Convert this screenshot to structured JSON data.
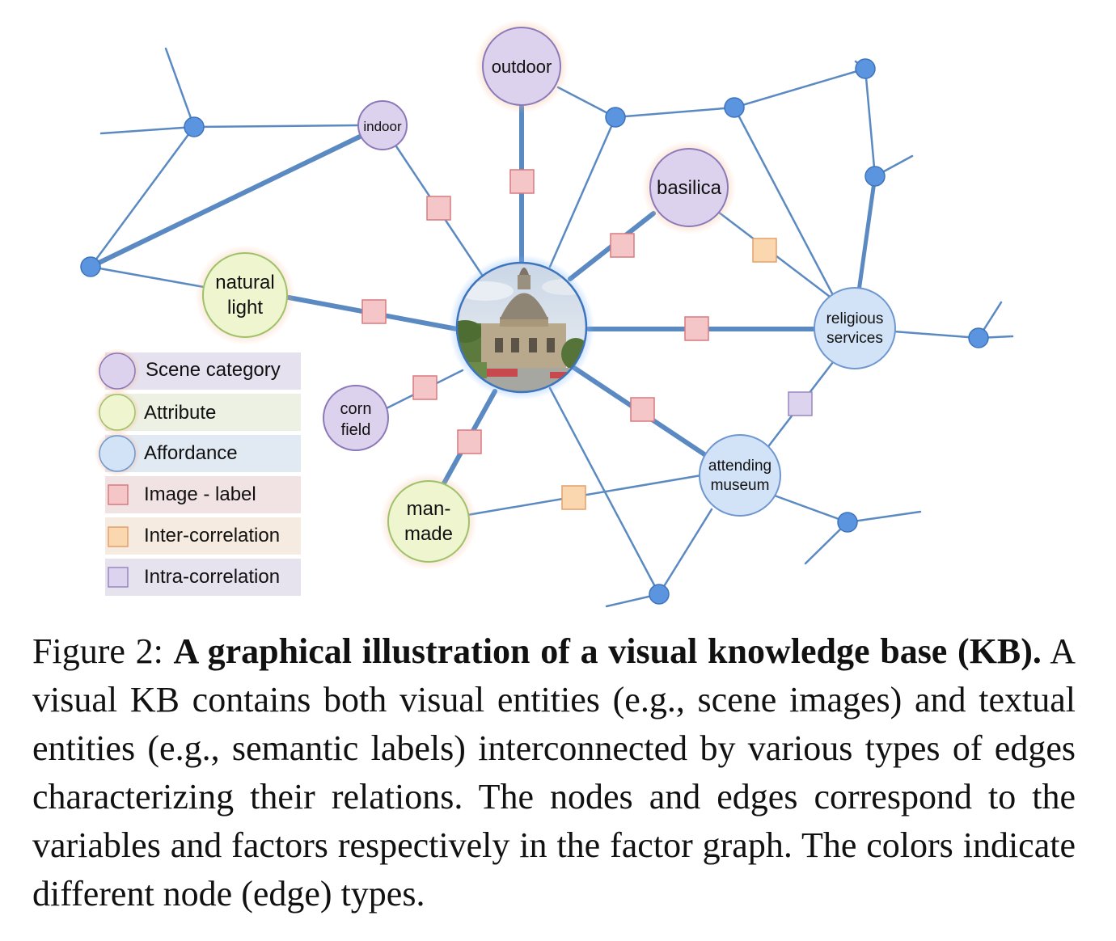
{
  "nodes": {
    "outdoor": {
      "label": "outdoor",
      "type": "scene"
    },
    "indoor": {
      "label": "indoor",
      "type": "scene"
    },
    "basilica": {
      "label": "basilica",
      "type": "scene"
    },
    "corn_field": {
      "label_lines": [
        "corn",
        "field"
      ],
      "type": "scene"
    },
    "natural_light": {
      "label_lines": [
        "natural",
        "light"
      ],
      "type": "attribute"
    },
    "man_made": {
      "label_lines": [
        "man-",
        "made"
      ],
      "type": "attribute"
    },
    "religious_services": {
      "label_lines": [
        "religious",
        "services"
      ],
      "type": "affordance"
    },
    "attending_museum": {
      "label_lines": [
        "attending",
        "museum"
      ],
      "type": "affordance"
    }
  },
  "legend": [
    {
      "label": "Scene category",
      "kind": "scene"
    },
    {
      "label": "Attribute",
      "kind": "attribute"
    },
    {
      "label": "Affordance",
      "kind": "affordance"
    },
    {
      "label": "Image - label",
      "kind": "image-label"
    },
    {
      "label": "Inter-correlation",
      "kind": "inter-correlation"
    },
    {
      "label": "Intra-correlation",
      "kind": "intra-correlation"
    }
  ],
  "colors": {
    "edge": "#5b8ac2",
    "scene_fill": "#ddd2ee",
    "scene_stroke": "#8b79b8",
    "attribute_fill": "#eef5cf",
    "attribute_stroke": "#9ec26a",
    "affordance_fill": "#d3e3f7",
    "affordance_stroke": "#6f97cf",
    "image_label_factor": "#f4c6c8",
    "inter_correlation_factor": "#fbd7b0",
    "intra_correlation_factor": "#dcd4ee",
    "glow": "#f8c9a8"
  },
  "caption": {
    "prefix": "Figure 2: ",
    "bold": "A graphical illustration of a visual knowledge base (KB).",
    "body": " A visual KB contains both visual entities (e.g., scene images) and textual entities (e.g., semantic labels) interconnected by various types of edges characterizing their relations.  The nodes and edges correspond to the variables and factors respectively in the factor graph. The colors indicate different node (edge) types."
  }
}
